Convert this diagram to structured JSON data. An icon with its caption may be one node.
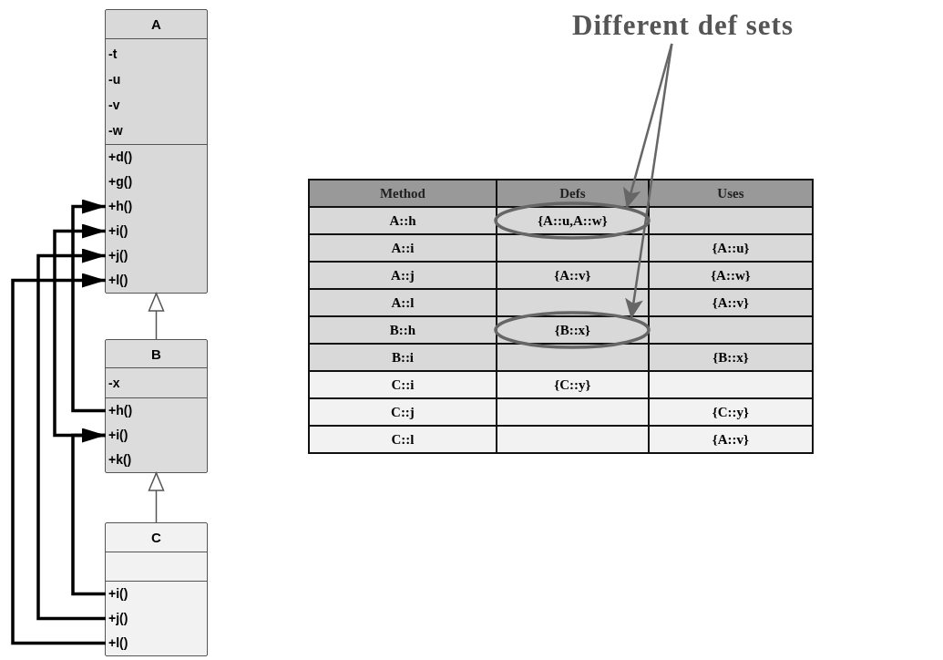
{
  "diagram": {
    "title": "Different def sets",
    "nodes": [
      {
        "text": [
          "A"
        ]
      },
      {
        "text": [
          "-t",
          "-u",
          "-v",
          "-w"
        ],
        "in": 0
      },
      {
        "text": [
          "+d()"
        ],
        "in": 0
      },
      {
        "text": [
          "+g()"
        ],
        "in": 0
      },
      {
        "text": [
          "+h()"
        ],
        "in": 0
      },
      {
        "text": [
          "+i()"
        ],
        "in": 0
      },
      {
        "text": [
          "+j()"
        ],
        "in": 0
      },
      {
        "text": [
          "+l()"
        ],
        "in": 0
      },
      {
        "text": [
          "B"
        ]
      },
      {
        "text": [
          "-x"
        ],
        "in": 8
      },
      {
        "text": [
          "+h()"
        ],
        "in": 8
      },
      {
        "text": [
          "+i()"
        ],
        "in": 8
      },
      {
        "text": [
          "+k()"
        ],
        "in": 8
      },
      {
        "text": [
          "C"
        ]
      },
      {
        "text": [],
        "shape": "box",
        "in": 13
      },
      {
        "text": [
          "+i()"
        ],
        "in": 13
      },
      {
        "text": [
          "+j()"
        ],
        "in": 13
      },
      {
        "text": [
          "+l()"
        ],
        "in": 13
      },
      {
        "text": [
          "{A::u,A::w}"
        ]
      },
      {
        "text": [
          "{B::x}"
        ]
      }
    ],
    "edges": [
      {
        "from": 8,
        "to": 0,
        "arrow": "to",
        "color": "#555555"
      },
      {
        "from": 13,
        "to": 8,
        "arrow": "to",
        "color": "#555555"
      },
      {
        "from": 10,
        "to": 4,
        "arrow": "to"
      },
      {
        "from": 11,
        "to": 5,
        "arrow": "to"
      },
      {
        "from": 16,
        "to": 6,
        "arrow": "to"
      },
      {
        "from": 17,
        "to": 7,
        "arrow": "to"
      },
      {
        "from": 15,
        "to": 11,
        "arrow": "to"
      },
      {
        "from": null,
        "to": 18,
        "arrow": "to",
        "color": "#666666"
      },
      {
        "from": null,
        "to": 19,
        "arrow": "to",
        "color": "#666666"
      }
    ],
    "labels": [
      "Method",
      "Defs",
      "Uses",
      "A::h",
      "A::i",
      "{A::u}",
      "A::j",
      "{A::v}",
      "{A::w}",
      "A::l",
      "{A::v}",
      "B::h",
      "B::i",
      "{B::x}",
      "C::i",
      "{C::y}",
      "C::j",
      "{C::y}",
      "C::l",
      "{A::v}"
    ]
  }
}
